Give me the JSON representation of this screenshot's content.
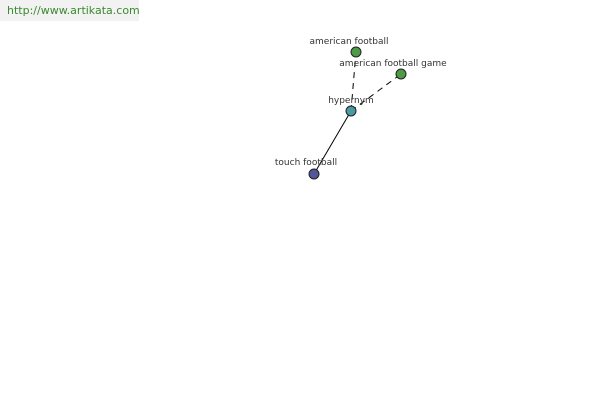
{
  "header": {
    "source_url": "http://www.artikata.com"
  },
  "graph": {
    "nodes": [
      {
        "id": "american-football",
        "label": "american football",
        "color": "#4f9a45"
      },
      {
        "id": "american-football-game",
        "label": "american football game",
        "color": "#4f9a45"
      },
      {
        "id": "hypernym",
        "label": "hypernym",
        "color": "#4a9aa0"
      },
      {
        "id": "touch-football",
        "label": "touch football",
        "color": "#555599"
      }
    ],
    "edges": [
      {
        "from": "touch-football",
        "to": "hypernym",
        "style": "solid"
      },
      {
        "from": "hypernym",
        "to": "american-football",
        "style": "dashed"
      },
      {
        "from": "hypernym",
        "to": "american-football-game",
        "style": "dashed"
      }
    ]
  }
}
